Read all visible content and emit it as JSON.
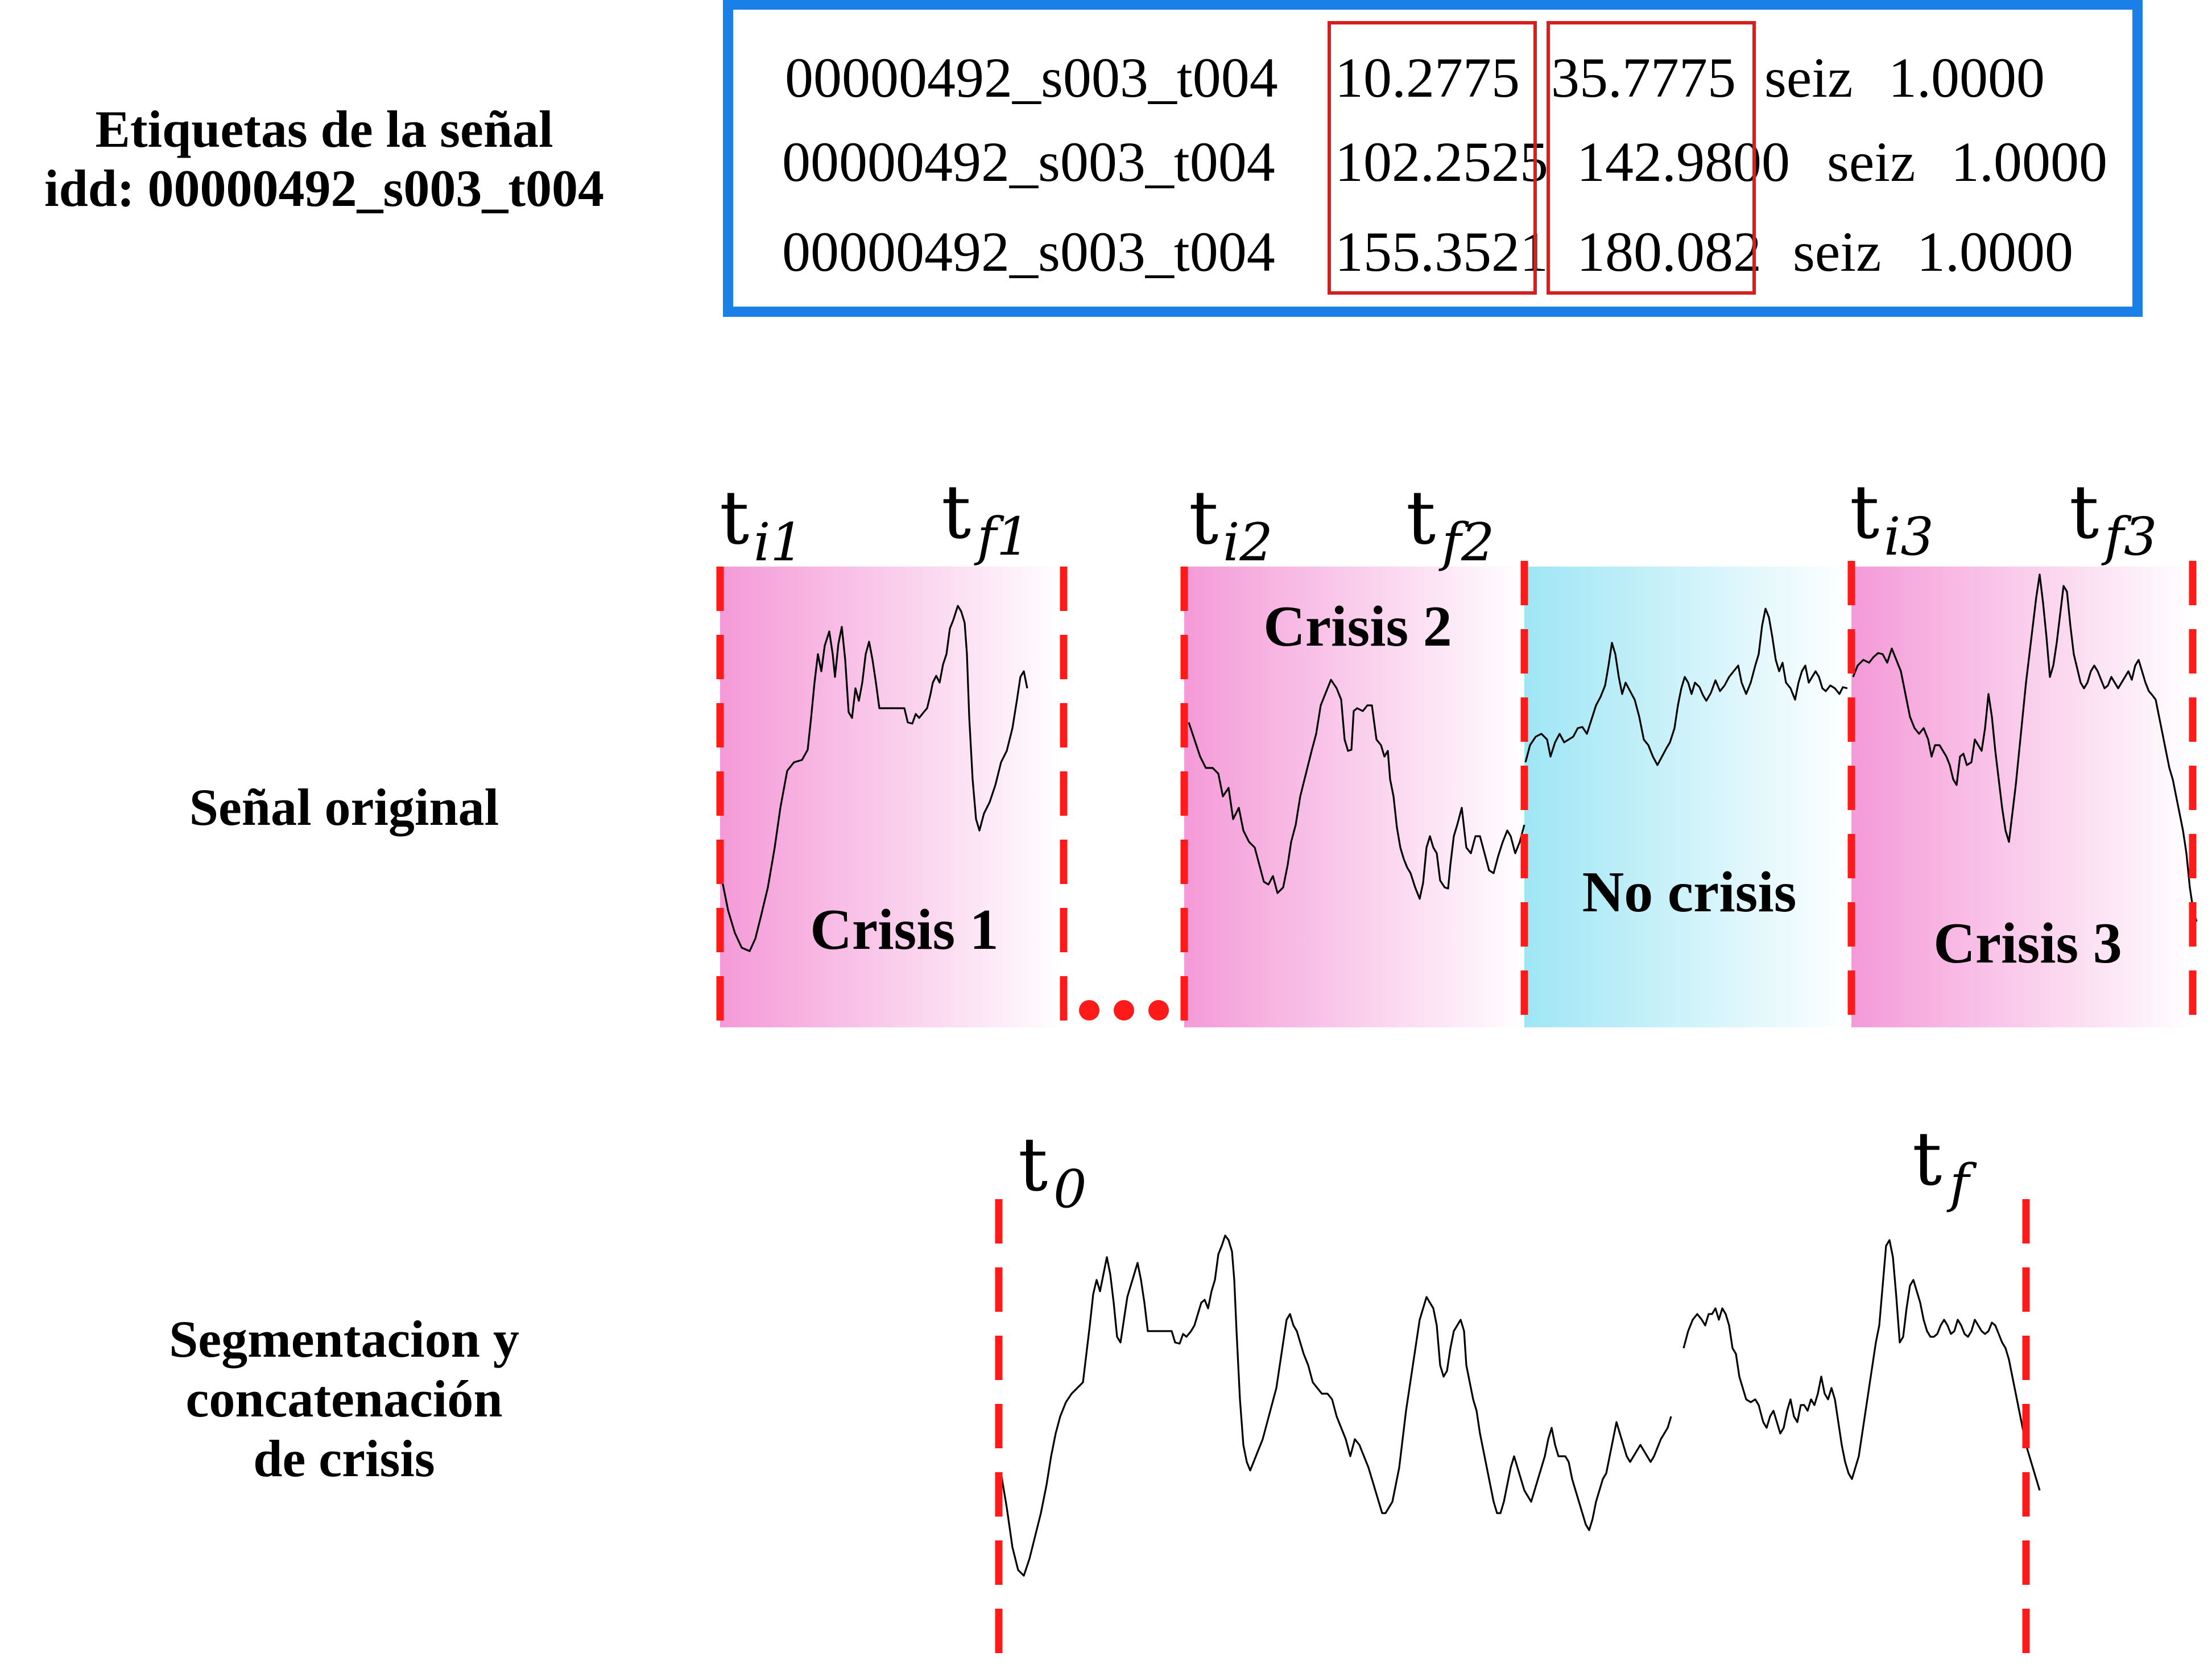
{
  "left_labels": {
    "labels_title_line1": "Etiquetas de la  señal",
    "labels_title_line2": "idd: 00000492_s003_t004",
    "original_signal": "Señal original",
    "segmentation_line1": "Segmentacion y",
    "segmentation_line2": "concatenación",
    "segmentation_line3": "de crisis"
  },
  "annotation_rows": [
    {
      "id": "00000492_s003_t004",
      "start": "10.2775",
      "end": "35.7775",
      "label": "seiz",
      "confidence": "1.0000"
    },
    {
      "id": "00000492_s003_t004",
      "start": "102.2525",
      "end": "142.9800",
      "label": "seiz",
      "confidence": "1.0000"
    },
    {
      "id": "00000492_s003_t004",
      "start": "155.3521",
      "end": "180.082",
      "label": "seiz",
      "confidence": "1.0000"
    }
  ],
  "segments": {
    "crisis1": "Crisis 1",
    "crisis2": "Crisis 2",
    "no_crisis": "No crisis",
    "crisis3": "Crisis 3"
  },
  "time_markers": {
    "t": "t",
    "ti1": "i1",
    "tf1": "f1",
    "ti2": "i2",
    "tf2": "f2",
    "ti3": "i3",
    "tf3": "f3",
    "t0": "0",
    "tf": "f"
  },
  "colors": {
    "crisis_fill": "#f49ad8",
    "no_crisis_fill": "#9fe6f5",
    "boundary_line": "#ff1a1a",
    "highlight_box": "#d42020",
    "table_border": "#1a7fe6",
    "signal_line": "#000000"
  },
  "icons": {
    "ellipsis": "three-red-dots"
  }
}
